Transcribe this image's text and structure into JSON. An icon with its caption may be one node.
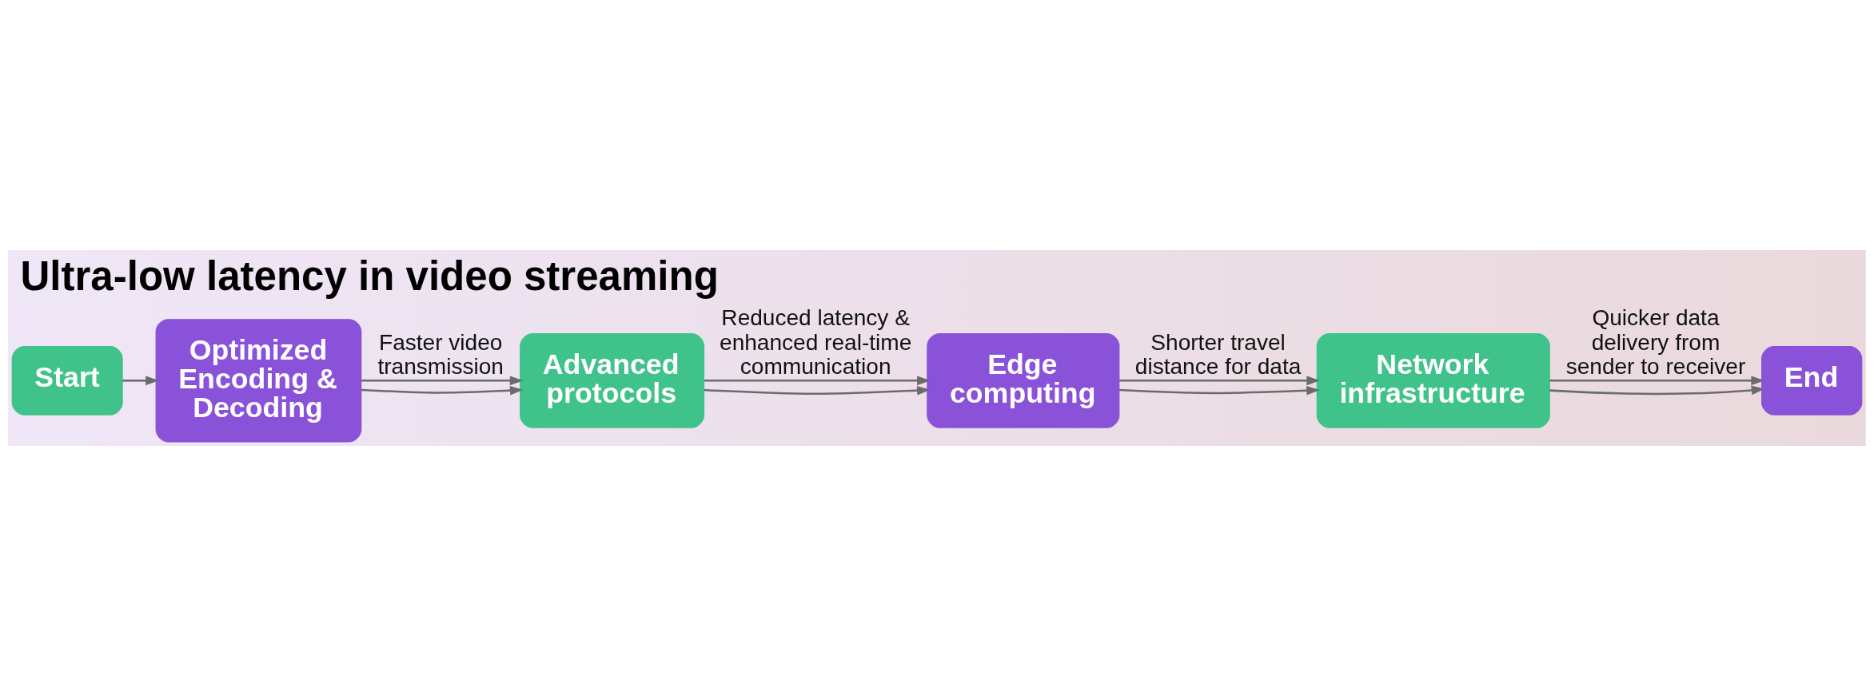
{
  "diagram": {
    "title": "Ultra-low latency in video streaming",
    "nodes": [
      {
        "text": [
          "Start"
        ]
      },
      {
        "text": [
          "Optimized Encoding & Decoding"
        ]
      },
      {
        "text": [
          "Advanced protocols"
        ]
      },
      {
        "text": [
          "Edge computing"
        ]
      },
      {
        "text": [
          "Network infrastructure"
        ]
      },
      {
        "text": [
          "End"
        ]
      }
    ],
    "edges": [
      {
        "from": 0,
        "to": 1,
        "arrow": "to"
      },
      {
        "from": 1,
        "to": 2,
        "arrow": "to",
        "label": "Faster video transmission"
      },
      {
        "from": 1,
        "to": 2,
        "arrow": "to"
      },
      {
        "from": 2,
        "to": 3,
        "arrow": "to",
        "label": "Reduced latency & enhanced real-time communication"
      },
      {
        "from": 2,
        "to": 3,
        "arrow": "to"
      },
      {
        "from": 3,
        "to": 4,
        "arrow": "to",
        "label": "Shorter travel distance for data"
      },
      {
        "from": 3,
        "to": 4,
        "arrow": "to"
      },
      {
        "from": 4,
        "to": 5,
        "arrow": "to",
        "label": "Quicker data delivery from sender to receiver"
      },
      {
        "from": 4,
        "to": 5,
        "arrow": "to"
      }
    ]
  }
}
